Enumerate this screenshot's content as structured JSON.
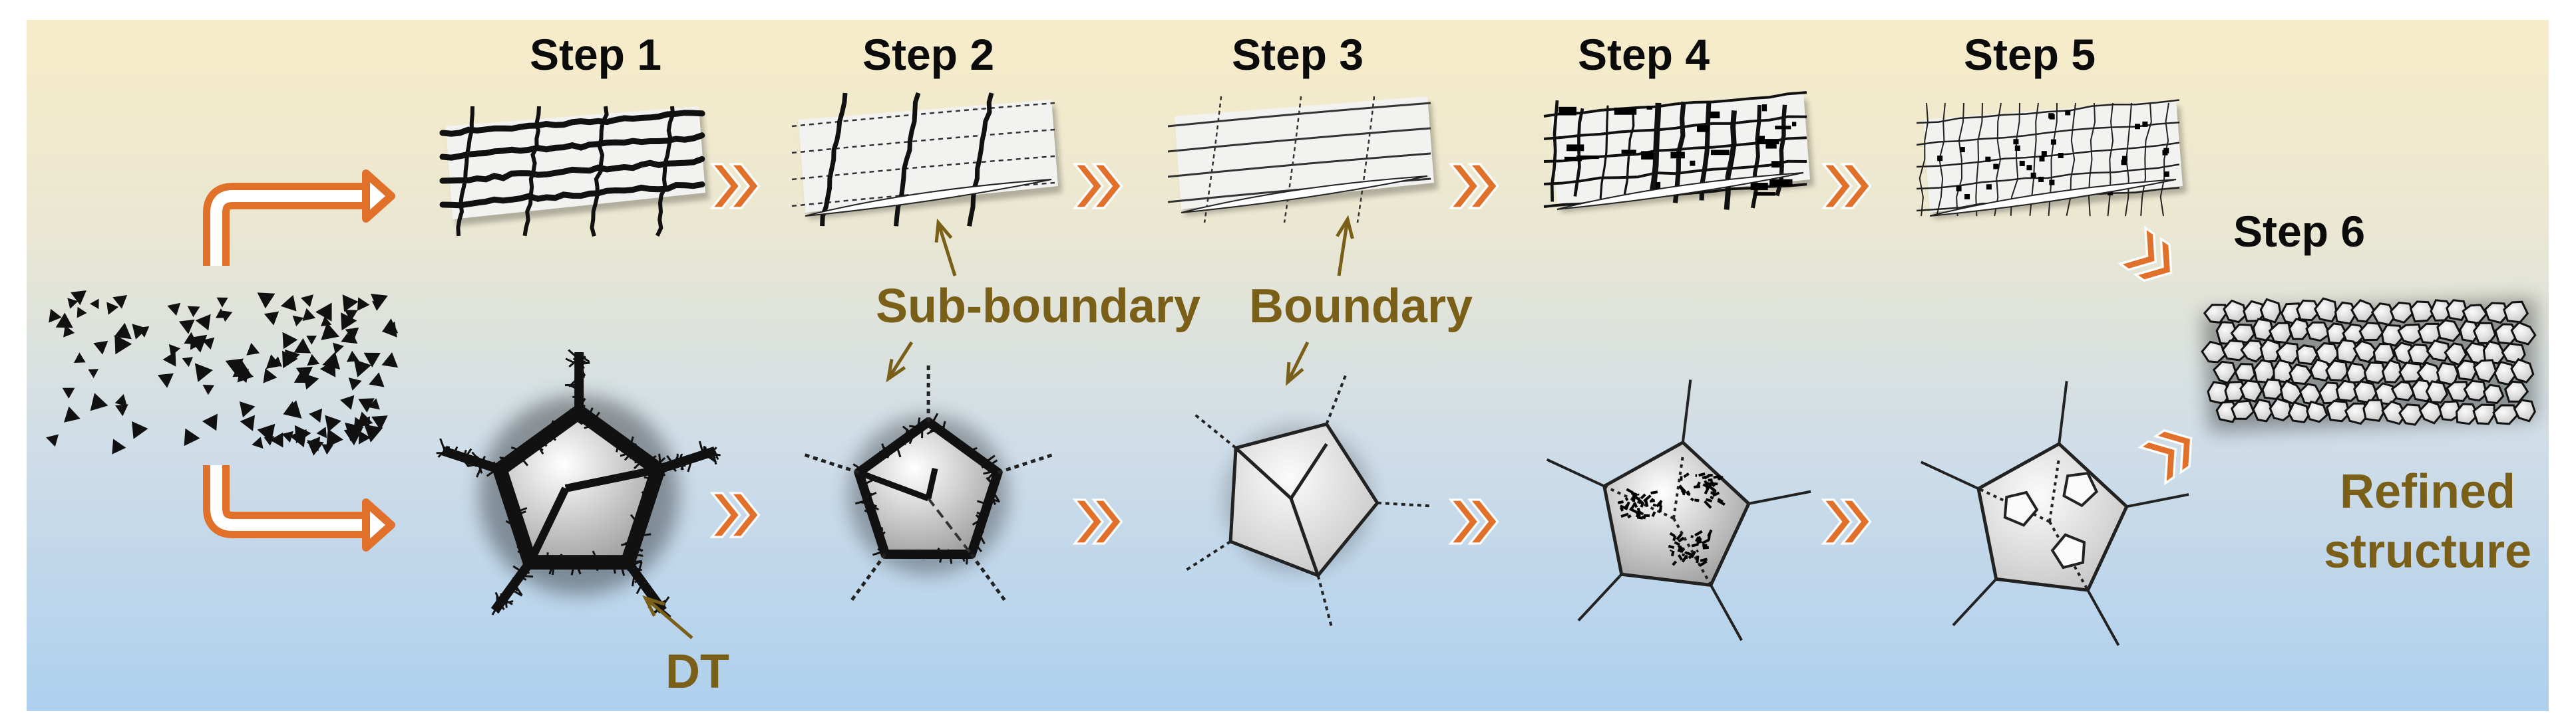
{
  "steps": [
    "Step 1",
    "Step 2",
    "Step 3",
    "Step 4",
    "Step 5",
    "Step 6"
  ],
  "annotations": {
    "sub_boundary": "Sub-boundary",
    "boundary": "Boundary",
    "dt": "DT",
    "refined_line1": "Refined",
    "refined_line2": "structure"
  },
  "colors": {
    "background_top": "#f7ecc9",
    "background_bottom": "#aed0ee",
    "arrow": "#e0702a",
    "annotation": "#7a5f18",
    "step_text": "#0b0b0b"
  }
}
